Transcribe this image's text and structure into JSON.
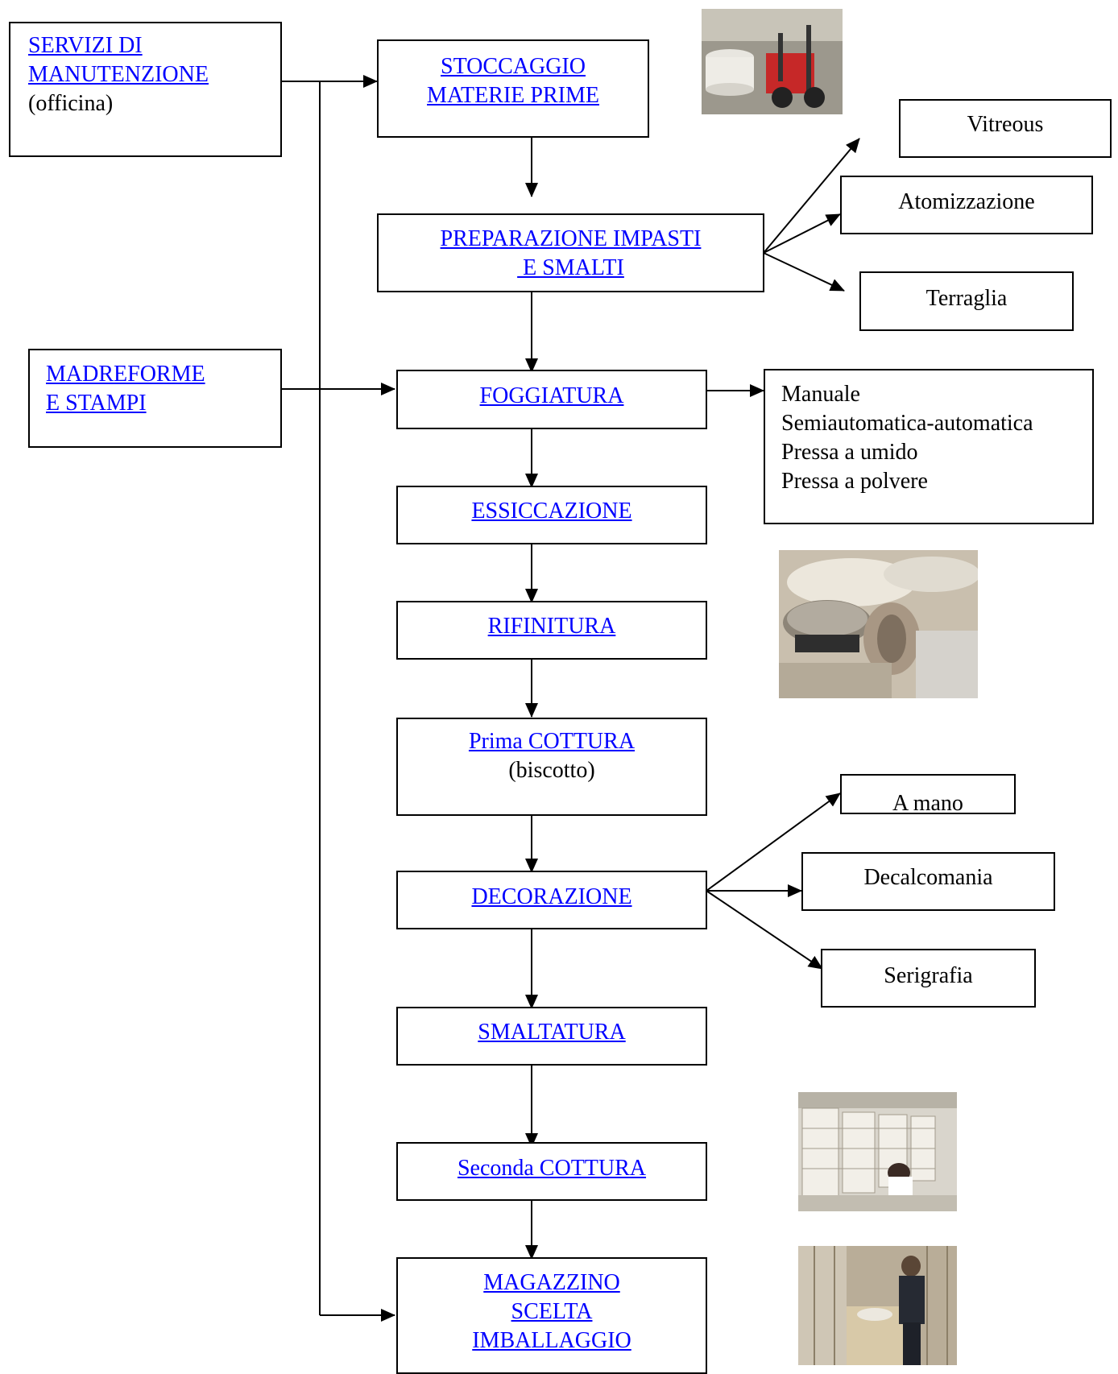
{
  "sources": {
    "servizi": {
      "line1": "SERVIZI DI",
      "line2": "MANUTENZIONE",
      "note": "(officina)"
    },
    "madreforme": {
      "line1": "MADREFORME",
      "line2": "E STAMPI"
    }
  },
  "steps": {
    "stoccaggio": {
      "line1": "STOCCAGGIO",
      "line2": "MATERIE PRIME"
    },
    "preparazione": {
      "line1": "PREPARAZIONE IMPASTI",
      "line2": " E SMALTI"
    },
    "foggiatura": {
      "label": "FOGGIATURA"
    },
    "essiccazione": {
      "label": "ESSICCAZIONE"
    },
    "rifinitura": {
      "label": "RIFINITURA"
    },
    "prima_cottura": {
      "label": "Prima COTTURA",
      "note": "(biscotto)"
    },
    "decorazione": {
      "label": "DECORAZIONE"
    },
    "smaltatura": {
      "label": "SMALTATURA"
    },
    "seconda_cottura": {
      "label": "Seconda COTTURA"
    },
    "magazzino": {
      "line1": "MAGAZZINO",
      "line2": "SCELTA",
      "line3": "IMBALLAGGIO"
    }
  },
  "branches": {
    "preparazione": [
      "Vitreous",
      "Atomizzazione",
      "Terraglia"
    ],
    "foggiatura": [
      "Manuale",
      "Semiautomatica-automatica",
      "Pressa a umido",
      "Pressa a polvere"
    ],
    "decorazione": [
      "A mano",
      "Decalcomania",
      "Serigrafia"
    ]
  },
  "colors": {
    "link": "#0000ff",
    "line": "#000000"
  }
}
